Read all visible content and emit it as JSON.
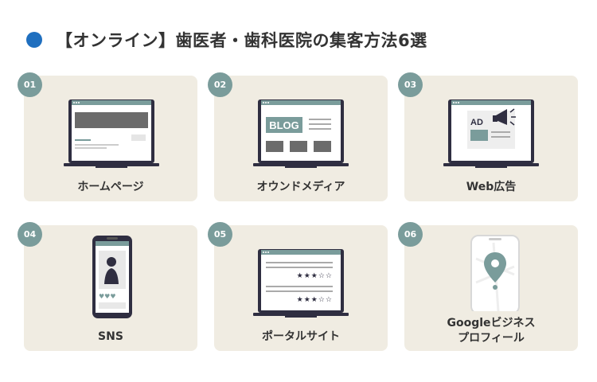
{
  "title": "【オンライン】歯医者・歯科医院の集客方法6選",
  "colors": {
    "accent": "#1f6fbf",
    "card_bg": "#f0ece2",
    "badge": "#7a9c9b",
    "device_dark": "#2f2e41",
    "text": "#333333"
  },
  "cards": [
    {
      "num": "01",
      "label": "ホームページ",
      "icon": "laptop-homepage-icon"
    },
    {
      "num": "02",
      "label": "オウンドメディア",
      "icon": "laptop-blog-icon",
      "screen_text": "BLOG"
    },
    {
      "num": "03",
      "label": "Web広告",
      "icon": "laptop-ad-icon",
      "screen_text": "AD"
    },
    {
      "num": "04",
      "label": "SNS",
      "icon": "phone-sns-icon"
    },
    {
      "num": "05",
      "label": "ポータルサイト",
      "icon": "laptop-review-icon",
      "stars": "★★★☆☆"
    },
    {
      "num": "06",
      "label": "Googleビジネス\nプロフィール",
      "icon": "phone-map-icon"
    }
  ]
}
